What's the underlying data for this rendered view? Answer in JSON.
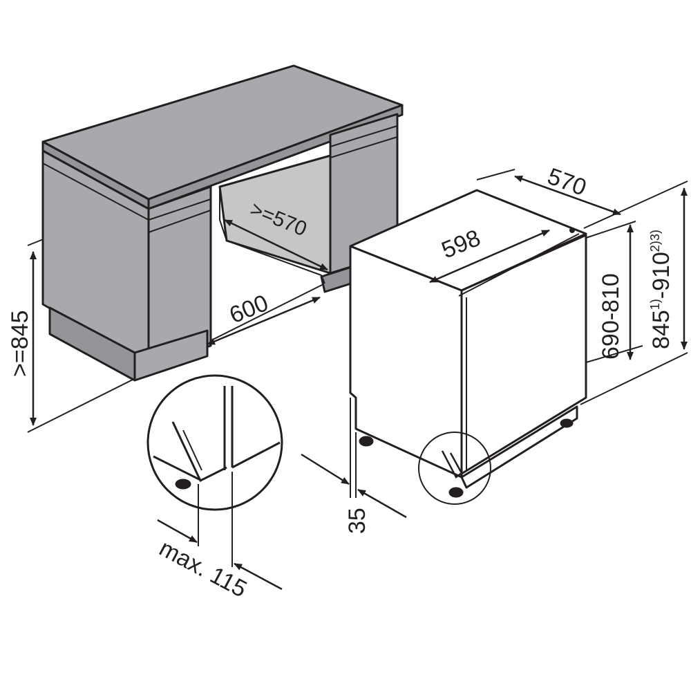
{
  "labels": {
    "niche_height": ">=845",
    "niche_width": "600",
    "niche_depth": ">=570",
    "appliance_width": "598",
    "appliance_depth": "570",
    "appliance_height": "690-810",
    "total_height_main": "845",
    "total_height_sup1": "1)",
    "total_height_sep": "-910",
    "total_height_sup2": "2)3)",
    "plinth_setback": "35",
    "detail_max": "max. 115"
  },
  "colors": {
    "line": "#231f20",
    "cabinet_fill": "#a7a9ac",
    "cabinet_fill_dark": "#939598",
    "background": "#ffffff"
  }
}
